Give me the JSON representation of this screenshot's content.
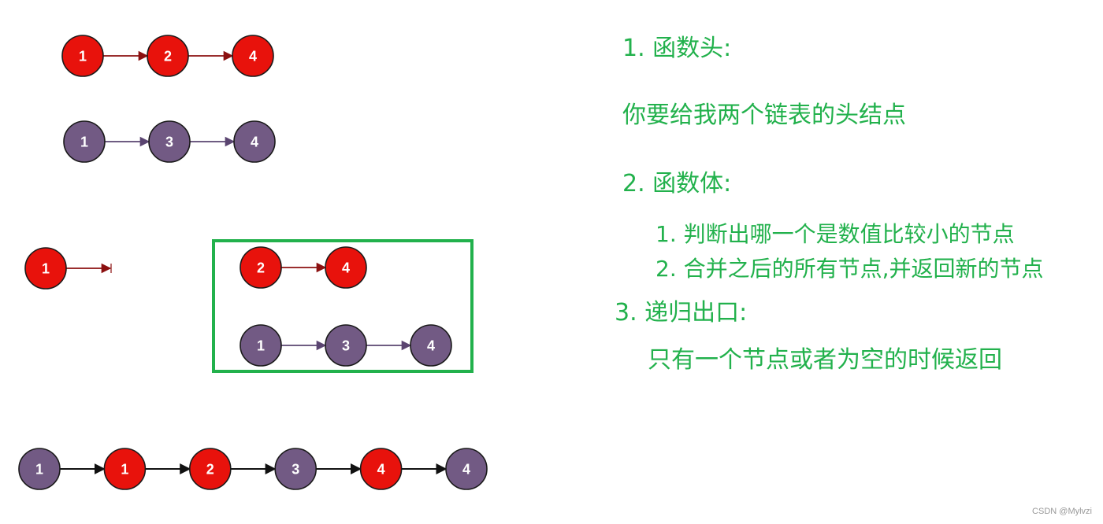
{
  "colors": {
    "red_node": "#e8120c",
    "purple_node": "#725a84",
    "node_stroke": "#1a1a1a",
    "red_edge": "#8b1010",
    "purple_edge": "#5a4470",
    "merged_edge": "#111111",
    "highlight_box": "#22b14c",
    "note_text": "#22b14c"
  },
  "lists": {
    "list_a": [
      {
        "label": "1",
        "kind": "red"
      },
      {
        "label": "2",
        "kind": "red"
      },
      {
        "label": "4",
        "kind": "red"
      }
    ],
    "list_b": [
      {
        "label": "1",
        "kind": "purple"
      },
      {
        "label": "3",
        "kind": "purple"
      },
      {
        "label": "4",
        "kind": "purple"
      }
    ],
    "picked": [
      {
        "label": "1",
        "kind": "red"
      }
    ],
    "remaining_a": [
      {
        "label": "2",
        "kind": "red"
      },
      {
        "label": "4",
        "kind": "red"
      }
    ],
    "remaining_b": [
      {
        "label": "1",
        "kind": "purple"
      },
      {
        "label": "3",
        "kind": "purple"
      },
      {
        "label": "4",
        "kind": "purple"
      }
    ],
    "merged": [
      {
        "label": "1",
        "kind": "purple"
      },
      {
        "label": "1",
        "kind": "red"
      },
      {
        "label": "2",
        "kind": "red"
      },
      {
        "label": "3",
        "kind": "purple"
      },
      {
        "label": "4",
        "kind": "red"
      },
      {
        "label": "4",
        "kind": "purple"
      }
    ]
  },
  "notes": {
    "head_title": "1. 函数头:",
    "head_desc": "你要给我两个链表的头结点",
    "body_title": "2. 函数体:",
    "body_step1": "1. 判断出哪一个是数值比较小的节点",
    "body_step2": "2. 合并之后的所有节点,并返回新的节点",
    "exit_title": "3. 递归出口:",
    "exit_desc": "只有一个节点或者为空的时候返回"
  },
  "watermark": "CSDN @Mylvzi"
}
